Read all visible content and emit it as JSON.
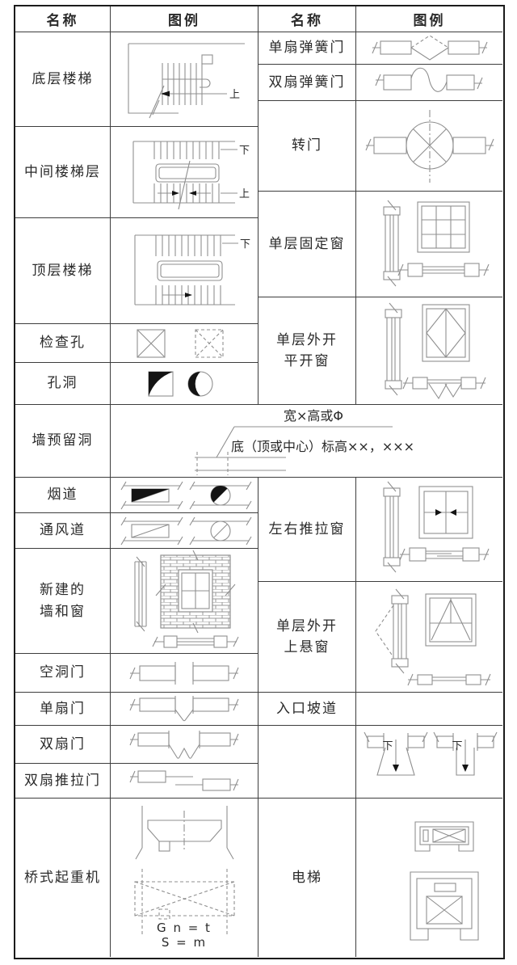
{
  "colors": {
    "frame": "#1b1b1b",
    "grid": "#3d3d3d",
    "line": "#8f8f8f",
    "ink": "#2a2a2a",
    "blk": "#141414",
    "paper": "#ffffff"
  },
  "header": {
    "name": "名称",
    "legend": "图例"
  },
  "ann": {
    "up": "上",
    "down": "下",
    "hole_dim": "宽×高或Φ",
    "hole_elev": "底（顶或中心）标高××，×××",
    "crane1": "G n = t",
    "crane2": "S = m"
  },
  "table": {
    "left": [
      {
        "name": "底层楼梯",
        "symbol": "ground-floor-stair-plan"
      },
      {
        "name": "中间楼梯层",
        "symbol": "middle-floor-stair-plan"
      },
      {
        "name": "顶层楼梯",
        "symbol": "top-floor-stair-plan"
      },
      {
        "name": "检查孔",
        "symbol": "inspection-hole"
      },
      {
        "name": "孔洞",
        "symbol": "hole-opening"
      },
      {
        "name": "墙预留洞",
        "symbol": "wall-reserved-hole-leader"
      },
      {
        "name": "烟道",
        "symbol": "smoke-flue"
      },
      {
        "name": "通风道",
        "symbol": "ventilation-duct"
      },
      {
        "name": "新建的墙和窗",
        "line1": "新建的",
        "line2": "墙和窗",
        "symbol": "new-wall-and-window"
      },
      {
        "name": "空洞门",
        "symbol": "open-doorway-plan"
      },
      {
        "name": "单扇门",
        "symbol": "single-leaf-door-plan"
      },
      {
        "name": "双扇门",
        "symbol": "double-leaf-door-plan"
      },
      {
        "name": "双扇推拉门",
        "symbol": "double-sliding-door-plan"
      },
      {
        "name": "桥式起重机",
        "symbol": "bridge-crane"
      }
    ],
    "right": [
      {
        "name": "单扇弹簧门",
        "symbol": "single-spring-door-plan"
      },
      {
        "name": "双扇弹簧门",
        "symbol": "double-spring-door-plan"
      },
      {
        "name": "转门",
        "symbol": "revolving-door-plan"
      },
      {
        "name": "单层固定窗",
        "symbol": "single-fixed-window"
      },
      {
        "name": "单层外开平开窗",
        "line1": "单层外开",
        "line2": "平开窗",
        "symbol": "single-outward-casement-window"
      },
      {
        "name": "左右推拉窗",
        "symbol": "horizontal-sliding-window"
      },
      {
        "name": "单层外开上悬窗",
        "line1": "单层外开",
        "line2": "上悬窗",
        "symbol": "single-outward-tophung-window"
      },
      {
        "name": "入口坡道",
        "symbol": "entrance-ramp"
      },
      {
        "name": "",
        "symbol": "entrance-ramp-plans"
      },
      {
        "name": "电梯",
        "symbol": "elevator-plan"
      }
    ]
  }
}
